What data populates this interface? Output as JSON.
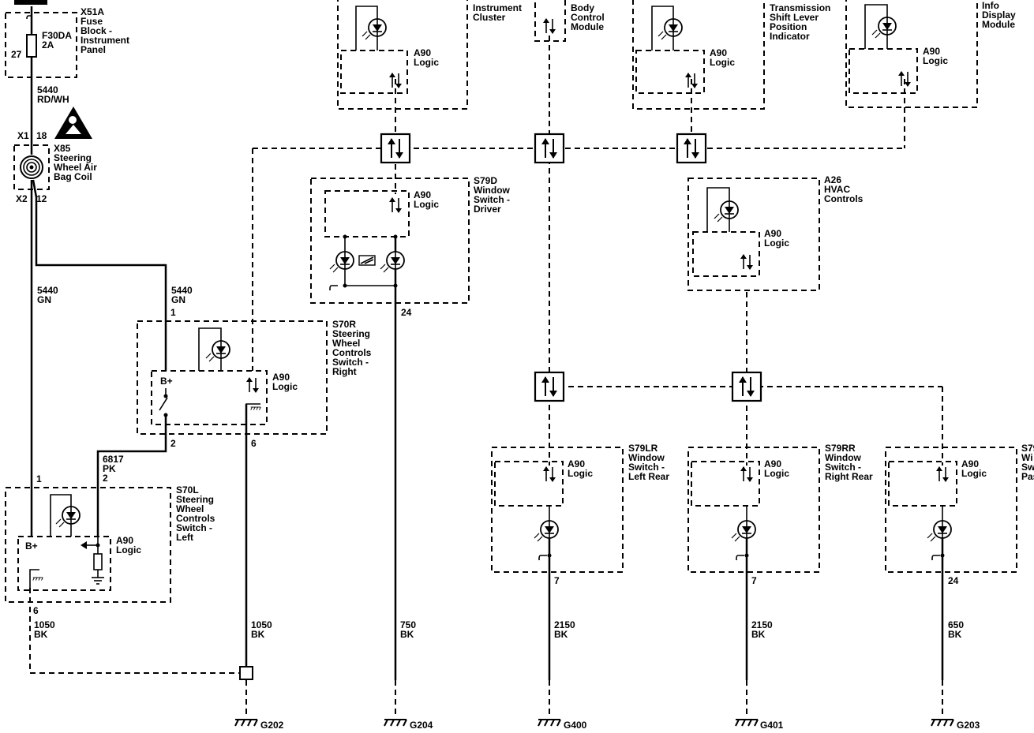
{
  "colors": {
    "line": "#000000",
    "background": "#ffffff"
  },
  "fuse_block": {
    "name": "X51A",
    "desc": [
      "Fuse",
      "Block -",
      "Instrument",
      "Panel"
    ],
    "fuse": "F30DA",
    "rating": "2A",
    "pin": "27"
  },
  "wire_rdwh": {
    "num": "5440",
    "color": "RD/WH"
  },
  "airbag_coil": {
    "name": "X85",
    "desc": [
      "Steering",
      "Wheel Air",
      "Bag Coil"
    ],
    "x1": "X1",
    "x1_pin": "18",
    "x2": "X2",
    "x2_pin": "12"
  },
  "wire_gn_left": {
    "num": "5440",
    "color": "GN"
  },
  "wire_gn_right": {
    "num": "5440",
    "color": "GN",
    "pin": "1"
  },
  "s70r": {
    "name": "S70R",
    "desc": [
      "Steering",
      "Wheel",
      "Controls",
      "Switch -",
      "Right"
    ],
    "bplus": "B+",
    "logic": [
      "A90",
      "Logic"
    ],
    "pin_a": "2",
    "pin_b": "6"
  },
  "wire_pk": {
    "num": "6817",
    "color": "PK",
    "pin": "2"
  },
  "s70l": {
    "name": "S70L",
    "desc": [
      "Steering",
      "Wheel",
      "Controls",
      "Switch -",
      "Left"
    ],
    "bplus": "B+",
    "logic": [
      "A90",
      "Logic"
    ],
    "pin_top": "1",
    "pin_bottom": "6"
  },
  "ground_wires": [
    {
      "num": "1050",
      "color": "BK"
    },
    {
      "num": "1050",
      "color": "BK"
    },
    {
      "num": "750",
      "color": "BK"
    },
    {
      "num": "2150",
      "color": "BK"
    },
    {
      "num": "2150",
      "color": "BK"
    },
    {
      "num": "650",
      "color": "BK"
    }
  ],
  "grounds": [
    "G202",
    "G204",
    "G400",
    "G401",
    "G203"
  ],
  "top_modules": [
    {
      "desc": [
        "Instrument",
        "Cluster"
      ],
      "logic": [
        "A90",
        "Logic"
      ]
    },
    {
      "desc": [
        "Body",
        "Control",
        "Module"
      ]
    },
    {
      "desc": [
        "Transmission",
        "Shift Lever",
        "Position",
        "Indicator"
      ],
      "logic": [
        "A90",
        "Logic"
      ]
    },
    {
      "desc": [
        "Info",
        "Display",
        "Module"
      ],
      "logic": [
        "A90",
        "Logic"
      ]
    }
  ],
  "s79d": {
    "name": "S79D",
    "desc": [
      "Window",
      "Switch -",
      "Driver"
    ],
    "logic": [
      "A90",
      "Logic"
    ],
    "pin": "24"
  },
  "a26": {
    "name": "A26",
    "desc": [
      "HVAC",
      "Controls"
    ],
    "logic": [
      "A90",
      "Logic"
    ]
  },
  "s79lr": {
    "name": "S79LR",
    "desc": [
      "Window",
      "Switch -",
      "Left Rear"
    ],
    "logic": [
      "A90",
      "Logic"
    ],
    "pin": "7"
  },
  "s79rr": {
    "name": "S79RR",
    "desc": [
      "Window",
      "Switch -",
      "Right Rear"
    ],
    "logic": [
      "A90",
      "Logic"
    ],
    "pin": "7"
  },
  "s79p": {
    "name": "S79",
    "desc": [
      "Wi",
      "Sw",
      "Pas"
    ],
    "logic": [
      "A90",
      "Logic"
    ],
    "pin": "24"
  }
}
